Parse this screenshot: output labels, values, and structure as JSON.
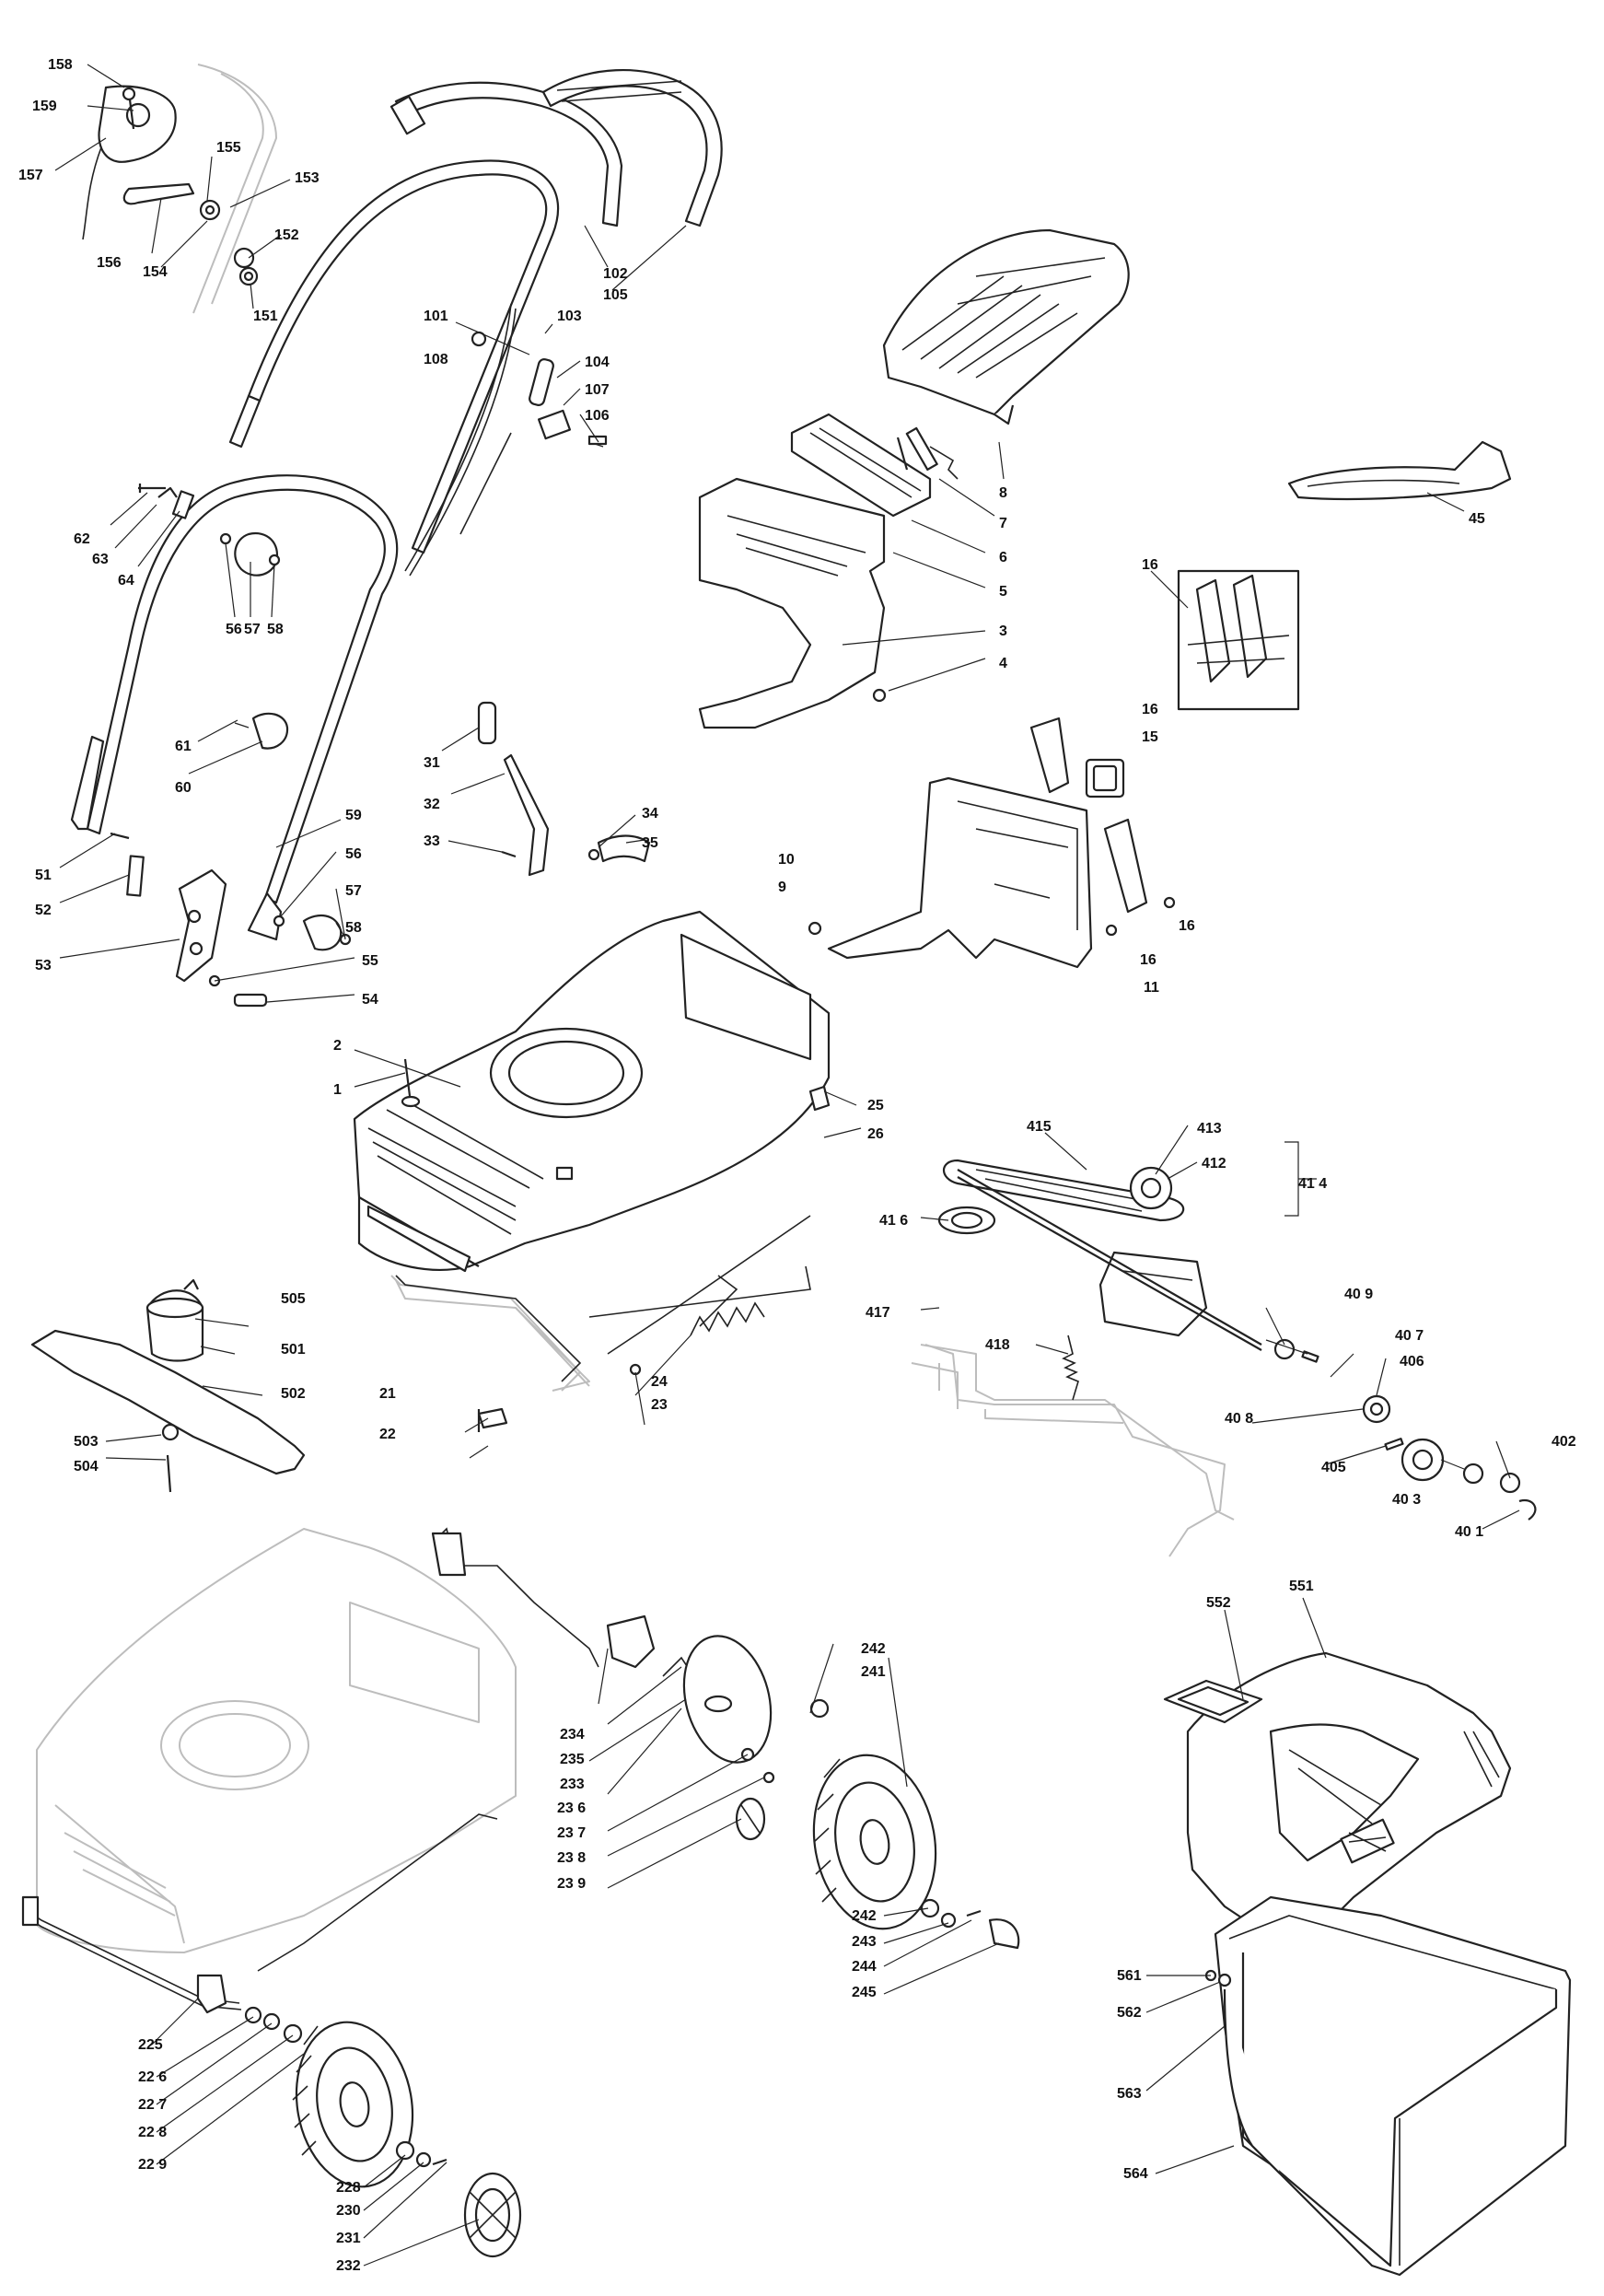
{
  "diagram": {
    "labels": {
      "158": "158",
      "159": "159",
      "157": "157",
      "155": "155",
      "153": "153",
      "156": "156",
      "154": "154",
      "152": "152",
      "151": "151",
      "102": "102",
      "105": "105",
      "101": "101",
      "103": "103",
      "108": "108",
      "104": "104",
      "107": "107",
      "106": "106",
      "8": "8",
      "7": "7",
      "6": "6",
      "5": "5",
      "3": "3",
      "4": "4",
      "45": "45",
      "62": "62",
      "63": "63",
      "64": "64",
      "56a": "56",
      "57a": "57",
      "58a": "58",
      "16a": "16",
      "16b": "16",
      "15": "15",
      "16c": "16",
      "16d": "16",
      "11": "11",
      "10": "10",
      "9": "9",
      "61": "61",
      "60": "60",
      "31": "31",
      "32": "32",
      "33": "33",
      "34": "34",
      "35": "35",
      "51": "51",
      "52": "52",
      "53": "53",
      "59": "59",
      "56b": "56",
      "57b": "57",
      "58b": "58",
      "55": "55",
      "54": "54",
      "2": "2",
      "1": "1",
      "25": "25",
      "26": "26",
      "413": "413",
      "412": "412",
      "415": "415",
      "414": "41 4",
      "416": "41 6",
      "417": "417",
      "418": "418",
      "409": "40 9",
      "407": "40 7",
      "406": "406",
      "408": "40 8",
      "405": "405",
      "402": "402",
      "403": "40 3",
      "401": "40 1",
      "505": "505",
      "501": "501",
      "502": "502",
      "503": "503",
      "504": "504",
      "21": "21",
      "22": "22",
      "24": "24",
      "23": "23",
      "242a": "242",
      "241": "241",
      "234": "234",
      "235": "235",
      "233": "233",
      "236": "23 6",
      "237": "23 7",
      "238": "23 8",
      "239": "23 9",
      "242b": "242",
      "243": "243",
      "244": "244",
      "245": "245",
      "552": "552",
      "551": "551",
      "561": "561",
      "562": "562",
      "563": "563",
      "564": "564",
      "225": "225",
      "226": "22 6",
      "227": "22 7",
      "228b": "22 8",
      "229": "22 9",
      "228": "228",
      "230": "230",
      "231": "231",
      "232": "232"
    }
  }
}
